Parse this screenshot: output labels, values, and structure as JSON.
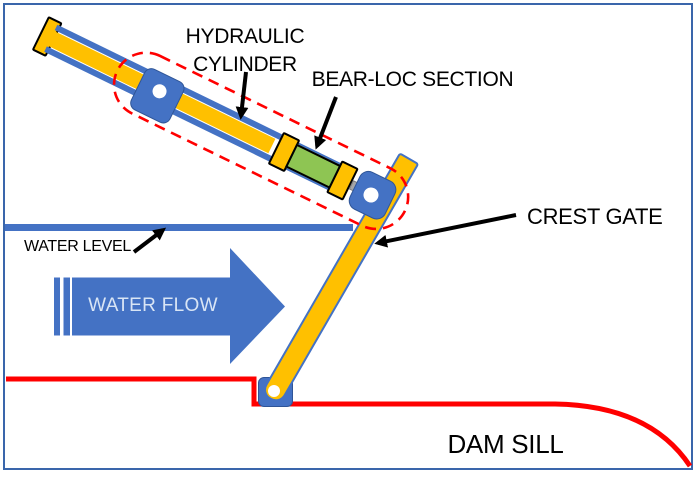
{
  "labels": {
    "hydraulic_cylinder": {
      "line1": "HYDRAULIC",
      "line2": "CYLINDER"
    },
    "bear_loc": "BEAR-LOC SECTION",
    "crest_gate": "CREST GATE",
    "water_level": "WATER LEVEL",
    "water_flow": "WATER FLOW",
    "dam_sill": "DAM SILL"
  },
  "colors": {
    "component_yellow": "#FFC000",
    "component_blue": "#4472C4",
    "bear_loc_green": "#8EC553",
    "dam_sill_red": "#FF0000",
    "rod_gray": "#A6A6A6",
    "frame_border_blue": "#3A66AB",
    "water_flow_text": "#D9E5F5",
    "label_text": "#000000"
  }
}
